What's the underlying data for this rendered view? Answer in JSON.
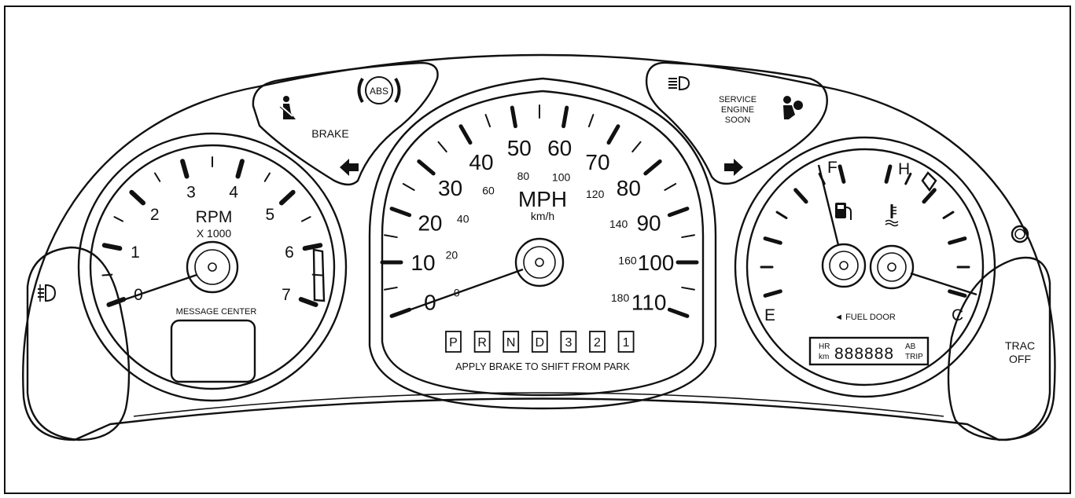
{
  "tachometer": {
    "labels": [
      "0",
      "1",
      "2",
      "3",
      "4",
      "5",
      "6",
      "7"
    ],
    "title": "RPM",
    "multiplier": "X 1000",
    "message_center": "MESSAGE CENTER"
  },
  "speedometer": {
    "mph_labels": [
      "0",
      "10",
      "20",
      "30",
      "40",
      "50",
      "60",
      "70",
      "80",
      "90",
      "100",
      "110"
    ],
    "kmh_labels": [
      "0",
      "20",
      "40",
      "60",
      "80",
      "100",
      "120",
      "140",
      "160",
      "180"
    ],
    "unit": "MPH",
    "unit_metric": "km/h",
    "prndl": [
      "P",
      "R",
      "N",
      "D",
      "3",
      "2",
      "1"
    ],
    "shift_notice": "APPLY BRAKE TO SHIFT FROM PARK"
  },
  "left_pod": {
    "abs": "ABS",
    "brake": "BRAKE"
  },
  "right_pod": {
    "service_line1": "SERVICE",
    "service_line2": "ENGINE",
    "service_line3": "SOON"
  },
  "fuel_temp": {
    "f": "F",
    "e": "E",
    "h": "H",
    "c": "C",
    "fuel_door": "◄ FUEL DOOR",
    "odo_hr": "HR",
    "odo_km": "km",
    "odo_digits": "888888",
    "odo_ab": "AB",
    "odo_trip": "TRIP"
  },
  "trac": {
    "line1": "TRAC",
    "line2": "OFF"
  }
}
